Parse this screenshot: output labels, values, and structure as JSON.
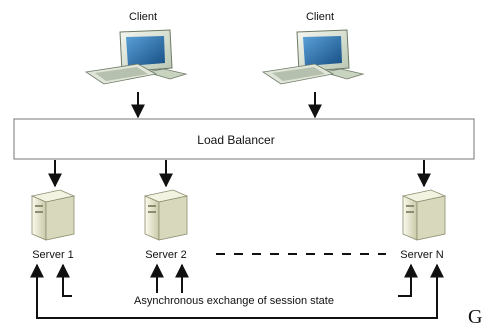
{
  "diagram": {
    "clients": [
      {
        "label": "Client"
      },
      {
        "label": "Client"
      }
    ],
    "load_balancer": {
      "label": "Load Balancer"
    },
    "servers": [
      {
        "label": "Server 1"
      },
      {
        "label": "Server 2"
      },
      {
        "label": "Server N"
      }
    ],
    "sync_label": "Asynchronous exchange of session state",
    "stray_text": "G"
  },
  "colors": {
    "line": "#111111",
    "monitor_body": "#dde6d8",
    "screen": "#1f6aa8",
    "server_body": "#e9e9d2",
    "box_border": "#777777"
  }
}
